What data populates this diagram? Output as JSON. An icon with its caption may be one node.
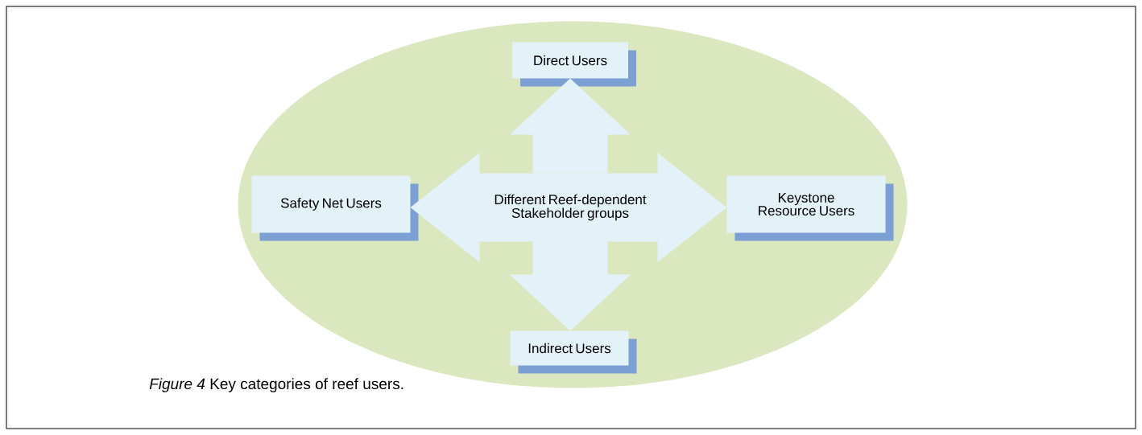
{
  "diagram": {
    "caption": "*Figure 4* Key categories of reef users.",
    "nodes": [
      {
        "text": [],
        "shape": "ellipse"
      },
      {
        "text": [
          "Different Reef-dependent Stakeholder groups"
        ],
        "in": 0
      },
      {
        "text": [
          "Direct Users"
        ],
        "in": 0
      },
      {
        "text": [
          "Safety Net Users"
        ],
        "in": 0
      },
      {
        "text": [
          "Keystone Resource Users"
        ],
        "in": 0
      },
      {
        "text": [
          "Indirect Users"
        ],
        "in": 0
      }
    ],
    "edges": [
      {
        "from": 1,
        "to": 2,
        "arrow": "to"
      },
      {
        "from": 1,
        "to": 3,
        "arrow": "to"
      },
      {
        "from": 1,
        "to": 4,
        "arrow": "to"
      },
      {
        "from": 1,
        "to": 5,
        "arrow": "to"
      }
    ]
  }
}
